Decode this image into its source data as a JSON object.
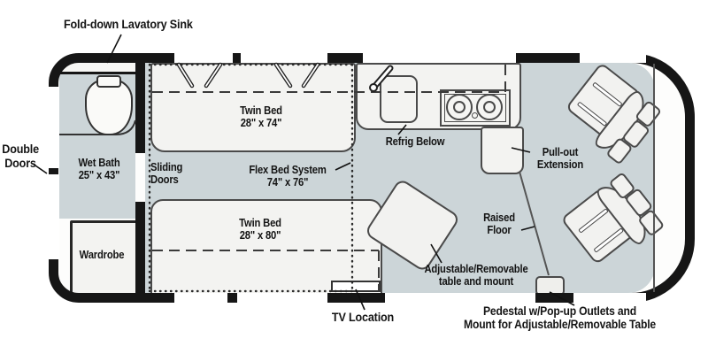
{
  "diagram": {
    "type": "rv-floorplan",
    "colors": {
      "wall": "#161616",
      "floor": "#ccd5d8",
      "furniture": "#f3f3f1",
      "furniture_border": "#4a4a4a",
      "text": "#141414"
    }
  },
  "callouts": {
    "fold_down_sink": "Fold-down Lavatory Sink",
    "double_doors_1": "Double",
    "double_doors_2": "Doors",
    "wet_bath_1": "Wet Bath",
    "wet_bath_2": "25\" x 43\"",
    "wardrobe": "Wardrobe",
    "sliding_doors_1": "Sliding",
    "sliding_doors_2": "Doors",
    "twin_bed_top_1": "Twin Bed",
    "twin_bed_top_2": "28\" x 74\"",
    "flex_bed_1": "Flex Bed System",
    "flex_bed_2": "74\" x 76\"",
    "twin_bed_bottom_1": "Twin Bed",
    "twin_bed_bottom_2": "28\" x 80\"",
    "refrig_below": "Refrig Below",
    "pull_out_1": "Pull-out",
    "pull_out_2": "Extension",
    "raised_floor_1": "Raised",
    "raised_floor_2": "Floor",
    "adj_table_1": "Adjustable/Removable",
    "adj_table_2": "table and mount",
    "pedestal_1": "Pedestal w/Pop-up Outlets and",
    "pedestal_2": "Mount for Adjustable/Removable Table",
    "tv_location": "TV Location"
  }
}
